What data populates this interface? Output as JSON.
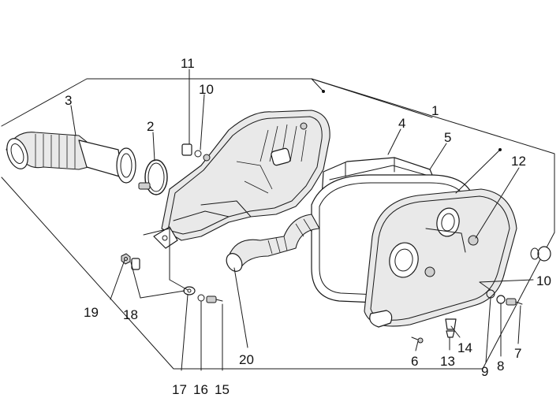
{
  "callouts": [
    {
      "id": "c1",
      "label": "1"
    },
    {
      "id": "c2",
      "label": "2"
    },
    {
      "id": "c3",
      "label": "3"
    },
    {
      "id": "c4",
      "label": "4"
    },
    {
      "id": "c5",
      "label": "5"
    },
    {
      "id": "c6",
      "label": "6"
    },
    {
      "id": "c7",
      "label": "7"
    },
    {
      "id": "c8",
      "label": "8"
    },
    {
      "id": "c9",
      "label": "9"
    },
    {
      "id": "c10a",
      "label": "10"
    },
    {
      "id": "c10b",
      "label": "10"
    },
    {
      "id": "c11",
      "label": "11"
    },
    {
      "id": "c12",
      "label": "12"
    },
    {
      "id": "c13",
      "label": "13"
    },
    {
      "id": "c14",
      "label": "14"
    },
    {
      "id": "c15",
      "label": "15"
    },
    {
      "id": "c16",
      "label": "16"
    },
    {
      "id": "c17",
      "label": "17"
    },
    {
      "id": "c18",
      "label": "18"
    },
    {
      "id": "c19",
      "label": "19"
    },
    {
      "id": "c20",
      "label": "20"
    }
  ]
}
